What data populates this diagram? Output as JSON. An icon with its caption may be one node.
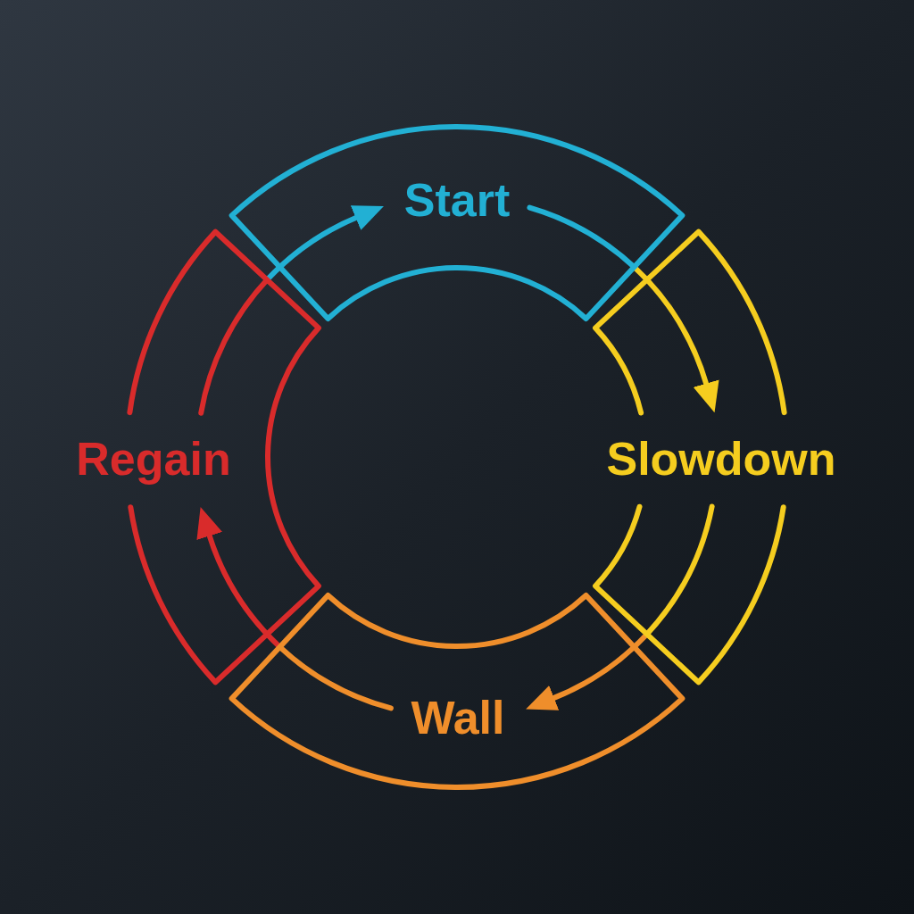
{
  "diagram": {
    "nodes": [
      {
        "text": [
          "Start"
        ]
      },
      {
        "text": [
          "Regain"
        ]
      },
      {
        "text": [
          "Slowdown"
        ]
      },
      {
        "text": [
          "Wall"
        ]
      }
    ],
    "edges": [
      {
        "from": 1,
        "to": 0,
        "arrow": "to",
        "color": "#22b0d4"
      },
      {
        "from": 0,
        "to": 2,
        "arrow": "to",
        "color": "#f5cd1f"
      },
      {
        "from": 2,
        "to": 3,
        "arrow": "to",
        "color": "#ef8e2b"
      },
      {
        "from": 3,
        "to": 1,
        "arrow": "to",
        "color": "#d92b2b"
      }
    ]
  }
}
